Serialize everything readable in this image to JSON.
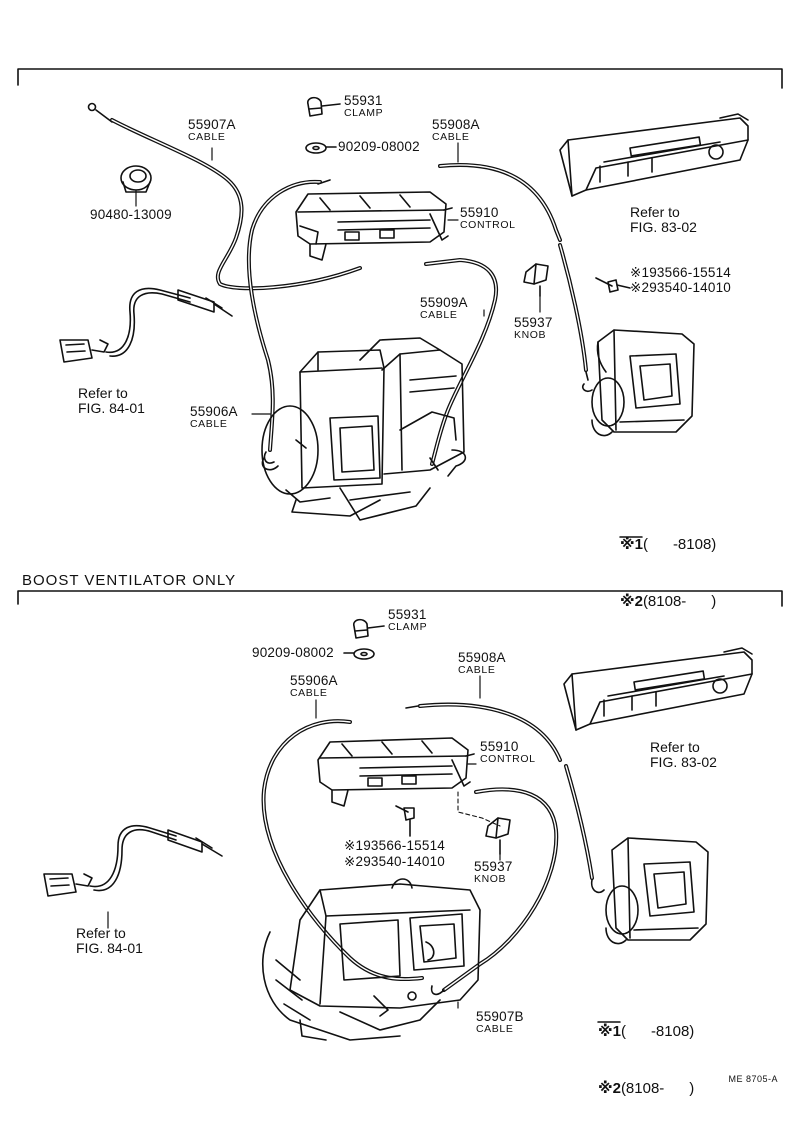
{
  "top": {
    "labels": {
      "c55907A": {
        "num": "55907A",
        "name": "CABLE"
      },
      "c55931": {
        "num": "55931",
        "name": "CLAMP"
      },
      "w90209": "90209-08002",
      "c55908A": {
        "num": "55908A",
        "name": "CABLE"
      },
      "p90480": "90480-13009",
      "c55910": {
        "num": "55910",
        "name": "CONTROL"
      },
      "ref83": [
        "Refer to",
        "FIG. 83-02"
      ],
      "screw1": "※193566-15514",
      "screw2": "※293540-14010",
      "c55909A": {
        "num": "55909A",
        "name": "CABLE"
      },
      "c55937": {
        "num": "55937",
        "name": "KNOB"
      },
      "ref84": [
        "Refer to",
        "FIG. 84-01"
      ],
      "c55906A": {
        "num": "55906A",
        "name": "CABLE"
      }
    },
    "legend": {
      "l1_mark": "※1",
      "l1_text": "(      -8108)",
      "l2_mark": "※2",
      "l2_text": "(8108-      )"
    }
  },
  "bottom": {
    "heading": "BOOST  VENTILATOR  ONLY",
    "labels": {
      "c55931": {
        "num": "55931",
        "name": "CLAMP"
      },
      "w90209": "90209-08002",
      "c55908A": {
        "num": "55908A",
        "name": "CABLE"
      },
      "c55906A": {
        "num": "55906A",
        "name": "CABLE"
      },
      "c55910": {
        "num": "55910",
        "name": "CONTROL"
      },
      "ref83": [
        "Refer to",
        "FIG. 83-02"
      ],
      "screw1": "※193566-15514",
      "screw2": "※293540-14010",
      "c55937": {
        "num": "55937",
        "name": "KNOB"
      },
      "ref84": [
        "Refer to",
        "FIG. 84-01"
      ],
      "c55907B": {
        "num": "55907B",
        "name": "CABLE"
      }
    },
    "legend": {
      "l1_mark": "※1",
      "l1_text": "(      -8108)",
      "l2_mark": "※2",
      "l2_text": "(8108-      )"
    }
  },
  "footer_code": "ME 8705-A"
}
